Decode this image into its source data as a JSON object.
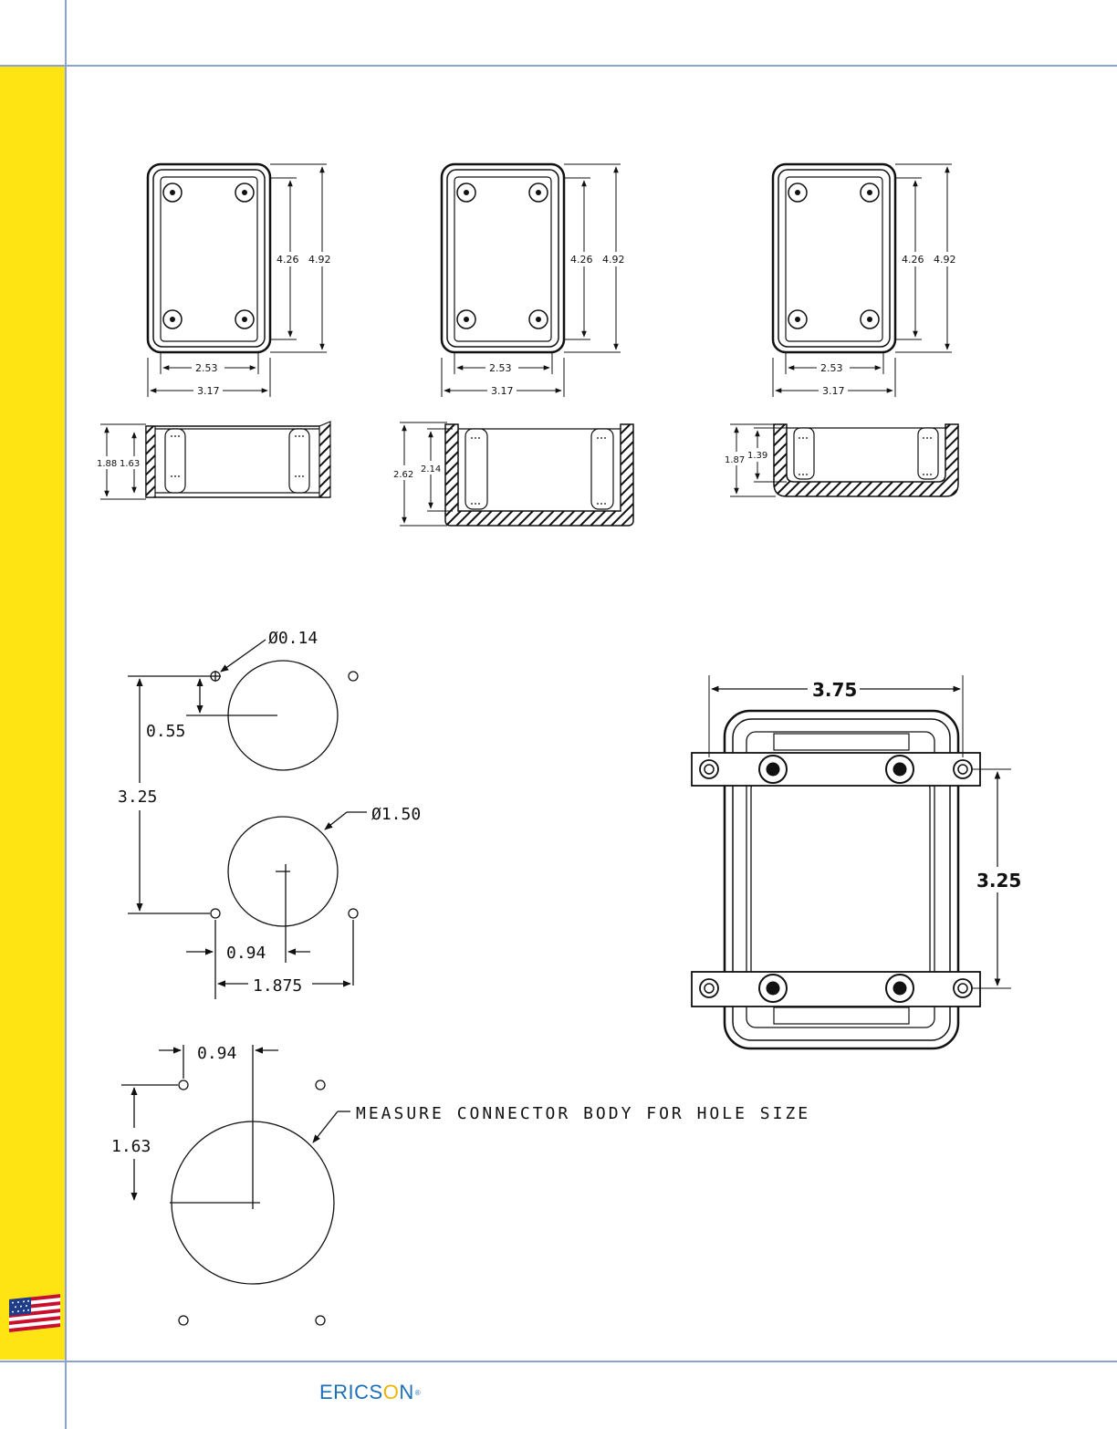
{
  "colors": {
    "band": "#ffe414",
    "frame": "#8fa0d4",
    "brand": "#1d6fb8",
    "brand_sun": "#f2b400",
    "ink": "#111111"
  },
  "icons": {
    "flag": "us-flag-icon"
  },
  "brand": {
    "part1": "ERICS",
    "part2": "O",
    "part3": "N",
    "registered": "®"
  },
  "top_views": {
    "inner_height": "4.26",
    "outer_height": "4.92",
    "inner_width": "2.53",
    "outer_width": "3.17"
  },
  "side_views": {
    "a": {
      "outer": "1.88",
      "inner": "1.63"
    },
    "b": {
      "outer": "2.62",
      "inner": "2.14"
    },
    "c": {
      "outer": "1.87",
      "inner": "1.39"
    }
  },
  "hole_pattern": {
    "small_hole_dia": "Ø0.14",
    "offset_y": "0.55",
    "spacing_y": "3.25",
    "large_hole_dia": "Ø1.50",
    "offset_x": "0.94",
    "spacing_x": "1.875"
  },
  "connector_pattern": {
    "offset_x": "0.94",
    "offset_y": "1.63",
    "note": "MEASURE CONNECTOR BODY FOR HOLE SIZE"
  },
  "flange_view": {
    "width": "3.75",
    "height": "3.25"
  }
}
